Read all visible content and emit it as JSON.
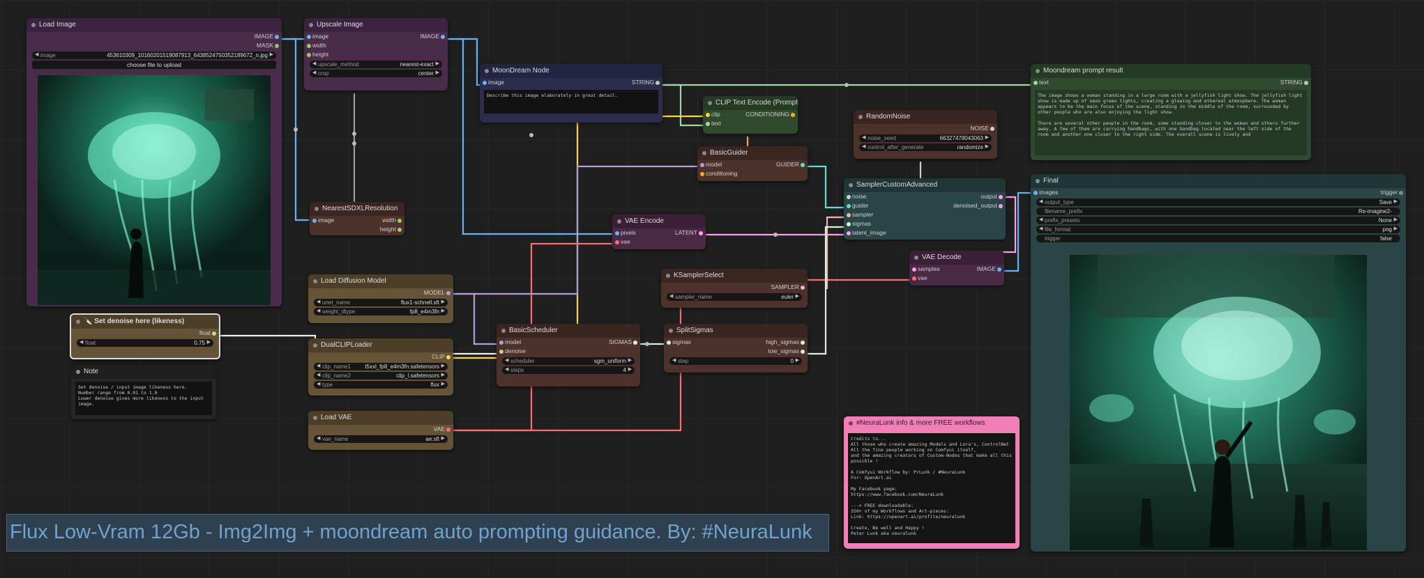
{
  "colors": {
    "background": "#1f1f1f",
    "link_image": "#64b5f6",
    "link_vae": "#ff6e6e",
    "link_latent": "#ff9cf0",
    "link_clip": "#fdd835",
    "link_model": "#b39ddb",
    "link_guider": "#66d9d9",
    "link_sigma": "#d6f5d6"
  },
  "title_banner": "Flux Low-Vram 12Gb - Img2Img + moondream auto prompting guidance. By: #NeuraLunk",
  "nodes": {
    "load_image": {
      "title": "Load Image",
      "out_image": "IMAGE",
      "out_mask": "MASK",
      "w_image_label": "image",
      "w_image_value": "453610309_10160201519087913_643852475035218967​2_n.jpg",
      "upload": "choose file to upload"
    },
    "upscale": {
      "title": "Upscale Image",
      "in_image": "image",
      "in_width": "width",
      "in_height": "height",
      "out_image": "IMAGE",
      "method_label": "upscale_method",
      "method_value": "nearest-exact",
      "crop_label": "crop",
      "crop_value": "center"
    },
    "nearest": {
      "title": "NearestSDXLResolution",
      "in_image": "image",
      "out_width": "width",
      "out_height": "height"
    },
    "moondream": {
      "title": "MoonDream Node",
      "in_image": "image",
      "out_string": "STRING",
      "prompt": "Describe this image elaborately in great detail."
    },
    "clip_text": {
      "title": "CLIP Text Encode (Prompt)",
      "in_clip": "clip",
      "in_text": "text",
      "out_cond": "CONDITIONING"
    },
    "random_noise": {
      "title": "RandomNoise",
      "out_noise": "NOISE",
      "seed_label": "noise_seed",
      "seed_value": "663274780430​63",
      "cag_label": "control_after_generate",
      "cag_value": "randomize"
    },
    "basic_guider": {
      "title": "BasicGuider",
      "in_model": "model",
      "in_cond": "conditioning",
      "out_guider": "GUIDER"
    },
    "sampler_adv": {
      "title": "SamplerCustomAdvanced",
      "in_noise": "noise",
      "in_guider": "guider",
      "in_sampler": "sampler",
      "in_sigmas": "sigmas",
      "in_latent": "latent_image",
      "out_output": "output",
      "out_denoised": "denoised_output"
    },
    "vae_encode": {
      "title": "VAE Encode",
      "in_pixels": "pixels",
      "in_vae": "vae",
      "out_latent": "LATENT"
    },
    "vae_decode": {
      "title": "VAE Decode",
      "in_samples": "samples",
      "in_vae": "vae",
      "out_image": "IMAGE"
    },
    "load_diffusion": {
      "title": "Load Diffusion Model",
      "out_model": "MODEL",
      "unet_label": "unet_name",
      "unet_value": "flux1-schnell.sft",
      "dtype_label": "weight_dtype",
      "dtype_value": "fp8_e4m3fn"
    },
    "ksampler_select": {
      "title": "KSamplerSelect",
      "out_sampler": "SAMPLER",
      "sampler_label": "sampler_name",
      "sampler_value": "euler"
    },
    "basic_scheduler": {
      "title": "BasicScheduler",
      "in_model": "model",
      "in_denoise": "denoise",
      "out_sigmas": "SIGMAS",
      "sched_label": "scheduler",
      "sched_value": "sgm_uniform",
      "steps_label": "steps",
      "steps_value": "4"
    },
    "split_sigmas": {
      "title": "SplitSigmas",
      "in_sigmas": "sigmas",
      "out_high": "high_sigmas",
      "out_low": "low_sigmas",
      "step_label": "step",
      "step_value": "0"
    },
    "dual_clip": {
      "title": "DualCLIPLoader",
      "out_clip": "CLIP",
      "c1_label": "clip_name1",
      "c1_value": "t5xxl_fp8_e4m3fn.safetensors",
      "c2_label": "clip_name2",
      "c2_value": "clip_l.safetensors",
      "type_label": "type",
      "type_value": "flux"
    },
    "load_vae": {
      "title": "Load VAE",
      "out_vae": "VAE",
      "vae_label": "vae_name",
      "vae_value": "ae.sft"
    },
    "denoise": {
      "title": "🔪 Set denoise here (likeness)",
      "out_float": "float",
      "float_label": "float",
      "float_value": "0.75"
    },
    "note": {
      "title": "Note",
      "text": "Set denoise / input image likeness here.\nNumber range from 0.01 to 1.0\nLower denoise gives more likeness to the input image."
    },
    "moon_prompt": {
      "title": "Moondream prompt result",
      "in_text": "text",
      "out_string": "STRING",
      "text": "The image shows a woman standing in a large room with a jellyfish light show. The jellyfish light show is made up of neon green lights, creating a glowing and ethereal atmosphere. The woman appears to be the main focus of the scene, standing in the middle of the room, surrounded by other people who are also enjoying the light show.\n\nThere are several other people in the room, some standing closer to the woman and others further away. A few of them are carrying handbags, with one handbag located near the left side of the room and another one closer to the right side. The overall scene is lively and"
    },
    "final": {
      "title": "Final",
      "in_images": "images",
      "out_trigger": "trigger",
      "otype_label": "output_type",
      "otype_value": "Save",
      "prefix_label": "filename_prefix",
      "prefix_value": "Re-imagine2-",
      "presets_label": "prefix_presets",
      "presets_value": "None",
      "format_label": "file_format",
      "format_value": "png",
      "trigger_label": "trigger",
      "trigger_value": "false"
    },
    "neuralunk": {
      "title": "#NeuraLunk info & more FREE workflows",
      "text": "Credits to...\nAll those who create amazing Models and Lora's, ControlNet\nAll the fine people working on Comfyui itself,\nand the amazing creators of Custom-Nodes that make all this possible !\n\nA Comfyui Workflow by: PrLunk / #NeuraLunk\nFor: OpenArt.ai\n\nMy Facebook page:\nhttps://www.facebook.com/NeuraLunk\n\n---> FREE downloadable:\n350+ of my Workflows and Art-pieces:\nLink: https://openart.ai/profile/neuralunk\n\nCreate, Be well and Happy !\nPeter Lunk aka neuralunk"
    }
  }
}
